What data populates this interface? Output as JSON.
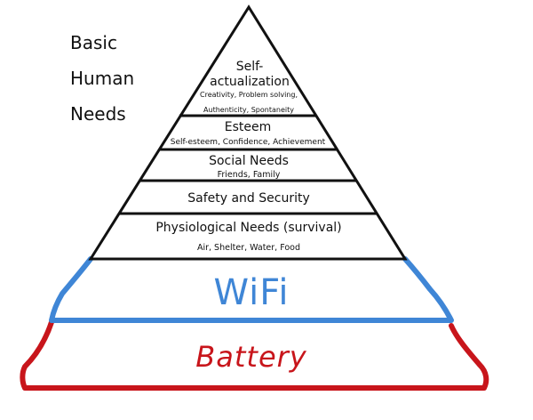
{
  "side_title": [
    "Basic",
    "Human",
    "Needs"
  ],
  "levels": {
    "self_actualization": {
      "title_line1": "Self-",
      "title_line2": "actualization",
      "sub_line1": "Creativity, Problem solving,",
      "sub_line2": "Authenticity, Spontaneity"
    },
    "esteem": {
      "title": "Esteem",
      "sub": "Self-esteem, Confidence, Achievement"
    },
    "social": {
      "title": "Social Needs",
      "sub": "Friends, Family"
    },
    "safety": {
      "title": "Safety and Security"
    },
    "physiological": {
      "title": "Physiological Needs (survival)",
      "sub": "Air, Shelter, Water, Food"
    }
  },
  "added_tiers": {
    "wifi": {
      "label": "WiFi",
      "color": "#3f86d6"
    },
    "battery": {
      "label": "Battery",
      "color": "#c8151b"
    }
  }
}
